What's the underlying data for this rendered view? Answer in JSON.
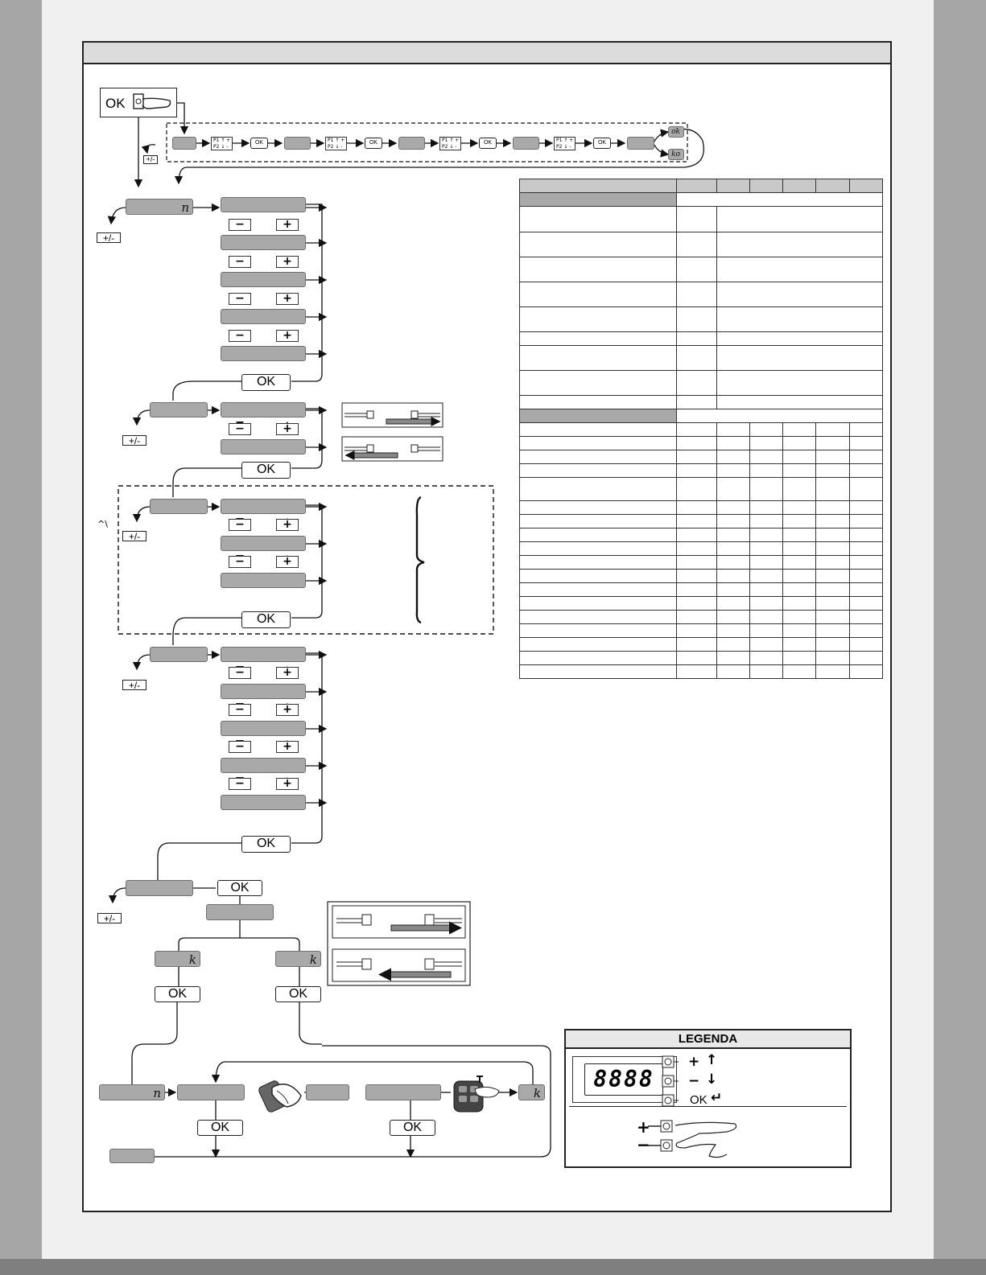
{
  "top_left_box": {
    "ok_label": "OK"
  },
  "sequence_row": {
    "ok_label": "OK",
    "sub_labels": [
      "P1",
      "P2"
    ],
    "result_ok": "ok",
    "result_ko": "ko"
  },
  "buttons": {
    "ok_label": "OK",
    "plus_minus_label": "+/-",
    "plus_label": "+",
    "minus_label": "−"
  },
  "display_glyphs": {
    "n_glyph": "n",
    "k_glyph": "k"
  },
  "side_mark": "^\\",
  "legend": {
    "title": "LEGENDA",
    "display_digits": "8888",
    "plus_label": "+",
    "minus_label": "−",
    "ok_label": "OK",
    "plus_arrow": "↑",
    "minus_arrow": "↓",
    "ok_arrow": "↵"
  },
  "icons": [
    "hand-press-icon",
    "remote-control-icon",
    "finger-press-icon",
    "jog-up-icon",
    "jog-down-icon",
    "enter-icon"
  ]
}
